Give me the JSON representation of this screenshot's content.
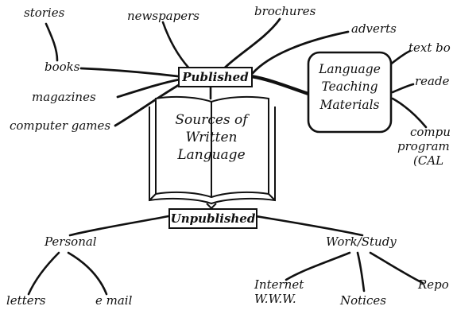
{
  "center": {
    "title_lines": [
      "Sources of",
      "Written",
      "Language"
    ]
  },
  "published": {
    "label": "Published",
    "leaves": {
      "stories": "stories",
      "newspapers": "newspapers",
      "brochures": "brochures",
      "adverts": "adverts",
      "books": "books",
      "magazines": "magazines",
      "computer_games": "computer games"
    }
  },
  "ltm": {
    "lines": [
      "Language",
      "Teaching",
      "Materials"
    ],
    "leaves": {
      "text_books": "text bo",
      "readers": "reade",
      "computer_programs_line1": "compu",
      "computer_programs_line2": "program",
      "computer_programs_line3": "(CAL"
    }
  },
  "unpublished": {
    "label": "Unpublished",
    "personal": {
      "label": "Personal",
      "letters": "letters",
      "email": "e mail"
    },
    "work_study": {
      "label": "Work/Study",
      "internet_line1": "Internet",
      "internet_line2": "W.W.W.",
      "notices": "Notices",
      "reports": "Repo"
    }
  },
  "colors": {
    "ink": "#111111",
    "background": "#ffffff"
  }
}
